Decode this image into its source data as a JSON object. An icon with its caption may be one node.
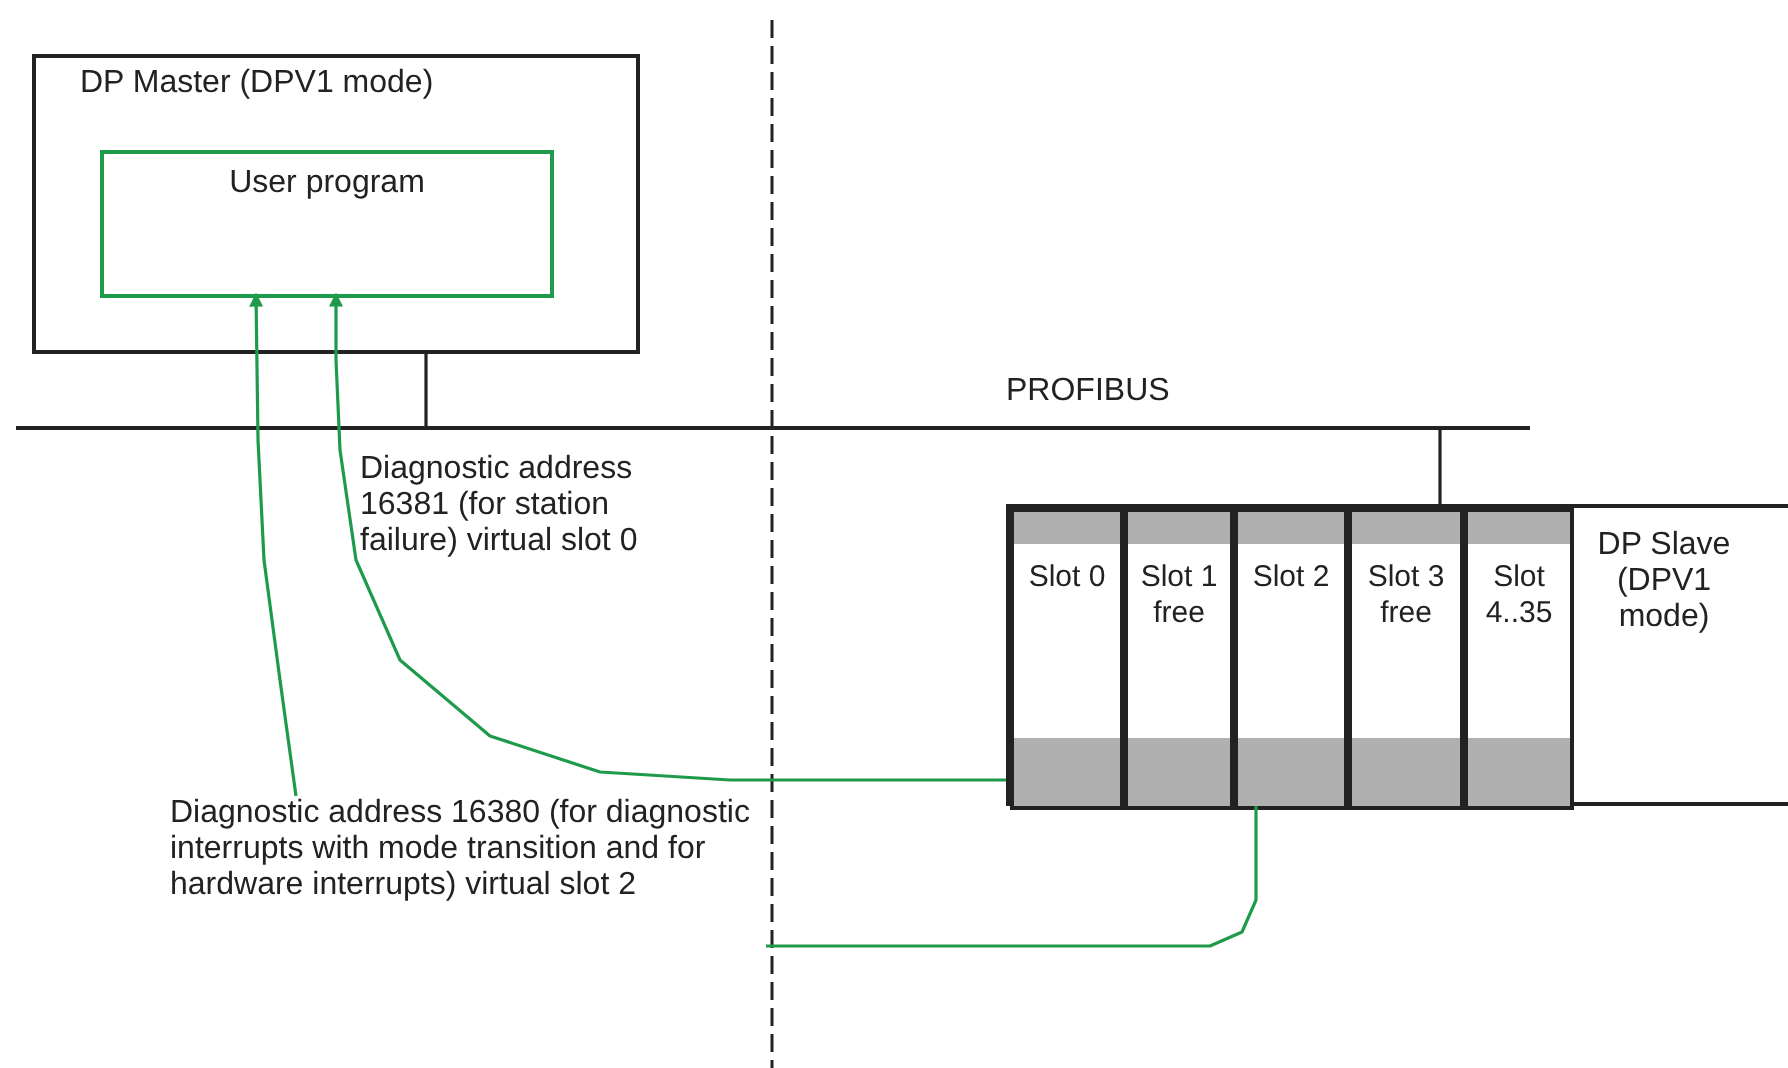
{
  "diagram": {
    "nodes": [
      {
        "text": [
          "DP Master (DPV1 mode)"
        ]
      },
      {
        "text": [
          "User program"
        ],
        "in": 0
      },
      {
        "text": [],
        "shape": "bar",
        "beside": [
          "PROFIBUS"
        ]
      },
      {
        "text": [
          "DP Slave (DPV1 mode)"
        ]
      },
      {
        "text": [
          "Slot 0"
        ],
        "in": 3
      },
      {
        "text": [
          "Slot 1 free"
        ],
        "in": 3
      },
      {
        "text": [
          "Slot 2"
        ],
        "in": 3
      },
      {
        "text": [
          "Slot 3 free"
        ],
        "in": 3
      },
      {
        "text": [
          "Slot 4..35"
        ],
        "in": 3
      },
      {
        "text": [
          "Diagnostic address 16380 (for diagnostic interrupts with mode transition and for hardware interrupts) virtual slot 2"
        ]
      }
    ],
    "edges": [
      {
        "from": 0,
        "to": 2,
        "arrow": "none",
        "color": "#222222"
      },
      {
        "from": 2,
        "to": 3,
        "arrow": "none",
        "color": "#222222"
      },
      {
        "from": 4,
        "to": 1,
        "arrow": "to",
        "label": "Diagnostic address 16381 (for station failure) virtual slot 0",
        "color": "#1e9b4a"
      },
      {
        "from": 6,
        "to": 9,
        "arrow": "none",
        "color": "#1e9b4a"
      },
      {
        "from": 9,
        "to": 1,
        "arrow": "to",
        "color": "#1e9b4a"
      }
    ]
  }
}
